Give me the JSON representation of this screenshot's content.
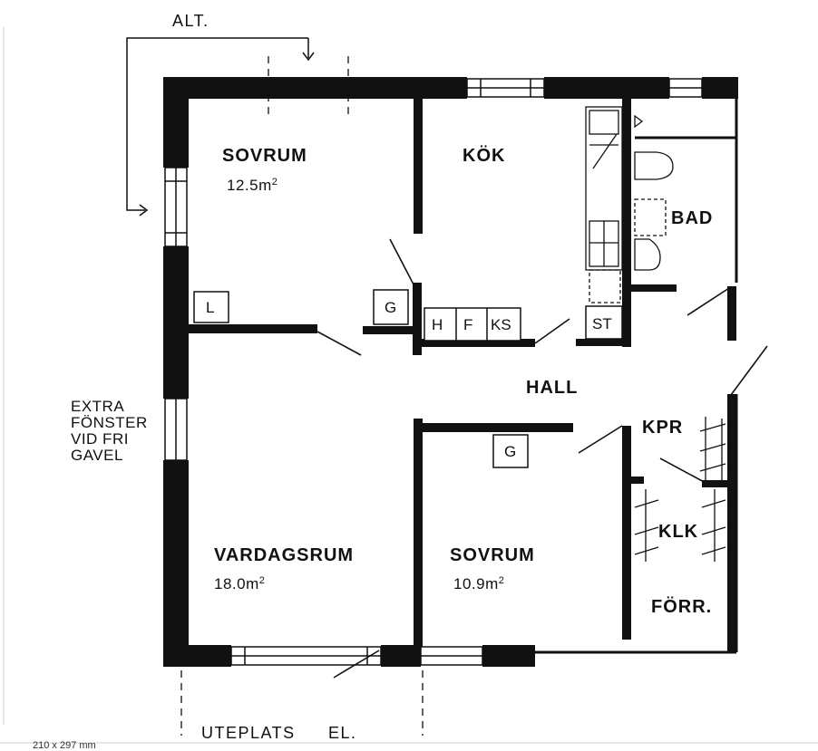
{
  "compass_label": "ALT.",
  "rooms": {
    "bedroom_1": {
      "name": "SOVRUM",
      "area_value": "12.5m",
      "area_exp": "2"
    },
    "kitchen": {
      "name": "KÖK"
    },
    "bath": {
      "name": "BAD"
    },
    "hall": {
      "name": "HALL"
    },
    "living": {
      "name": "VARDAGSRUM",
      "area_value": "18.0m",
      "area_exp": "2"
    },
    "bedroom_2": {
      "name": "SOVRUM",
      "area_value": "10.9m",
      "area_exp": "2"
    },
    "closet_kpr": {
      "name": "KPR"
    },
    "closet_klk": {
      "name": "KLK"
    },
    "storage": {
      "name": "FÖRR."
    }
  },
  "fixtures": {
    "l": "L",
    "g1": "G",
    "g2": "G",
    "h": "H",
    "f": "F",
    "ks": "KS",
    "st": "ST"
  },
  "notes": {
    "extra_window": [
      "EXTRA",
      "FÖNSTER",
      "VID FRI",
      "GAVEL"
    ],
    "patio": "UTEPLATS",
    "el": "EL.",
    "footer": "210 x 297 mm"
  }
}
